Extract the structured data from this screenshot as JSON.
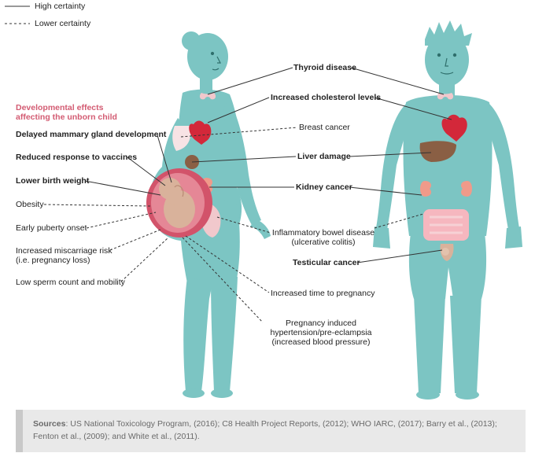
{
  "legend": {
    "high_label": "High certainty",
    "low_label": "Lower certainty"
  },
  "colors": {
    "body": "#7cc5c3",
    "accent_pink": "#d35b72",
    "organ_red": "#d3283a",
    "liver": "#8a5f44",
    "womb": "#d2536a",
    "fetus": "#d9b29b",
    "light_pink": "#f1c8cc",
    "sources_bg": "#e9e9e9"
  },
  "developmental": {
    "title_line1": "Developmental effects",
    "title_line2": "affecting the unborn child"
  },
  "left_labels": {
    "mammary": "Delayed mammary gland development",
    "vaccines": "Reduced response to vaccines",
    "birth_weight": "Lower birth weight",
    "obesity": "Obesity",
    "puberty": "Early puberty onset",
    "miscarriage_line1": "Increased miscarriage risk",
    "miscarriage_line2": "(i.e. pregnancy loss)",
    "sperm": "Low sperm count and mobility"
  },
  "center_labels": {
    "thyroid": "Thyroid disease",
    "cholesterol": "Increased cholesterol levels",
    "breast": "Breast cancer",
    "liver": "Liver damage",
    "kidney": "Kidney cancer",
    "ibd_line1": "Inflammatory bowel disease",
    "ibd_line2": "(ulcerative colitis)",
    "testicular": "Testicular cancer",
    "pregnancy_time": "Increased time to pregnancy",
    "preeclampsia_line1": "Pregnancy induced",
    "preeclampsia_line2": "hypertension/pre-eclampsia",
    "preeclampsia_line3": "(increased blood pressure)"
  },
  "sources": {
    "label": "Sources",
    "text": ": US National Toxicology Program, (2016); C8 Health Project Reports, (2012); WHO IARC, (2017); Barry et al., (2013); Fenton et al., (2009); and White et al., (2011)."
  }
}
